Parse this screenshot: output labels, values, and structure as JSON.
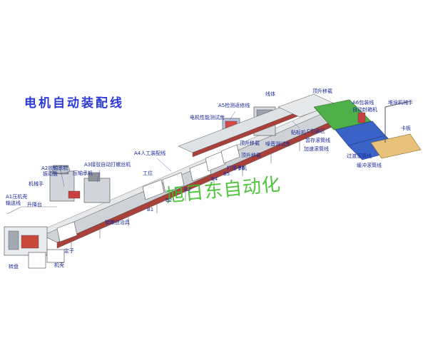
{
  "title": "电机自动装配线",
  "watermark": "旭日东自动化",
  "labels": {
    "a1": "A1压机壳",
    "a2": "A2放轴承机",
    "a3": "A3接驳自动打螺丝机",
    "a4": "A4人工装配线",
    "a5": "A5检测返修线",
    "a6": "A6包装线",
    "shuqianxian": "输送线",
    "jixieshou": "机械手",
    "shengjiangtai": "升降台",
    "zhendongpan": "振动盘",
    "yazhoucheng": "压轴承机",
    "zhuanpan": "转盘",
    "dingzi": "定子",
    "jike": "机壳",
    "suoluosi": "锁螺丝治具",
    "gongwei": "工位",
    "b1": "B1",
    "b2": "B2",
    "b3": "B3",
    "b4": "B4",
    "b5": "B5",
    "b6": "B6",
    "dianjixingneng": "电机性能测试房",
    "zaoyin": "噪音测试房",
    "dingshengyizai": "顶升移载",
    "dingshengyizai2": "顶升移载",
    "dingshengyizai3": "顶升移载",
    "xianti": "线体",
    "tiebiaoji": "贴标机",
    "baozhuangqu": "C包装区",
    "zancun": "暂存滚筒线",
    "jiasu": "加速滚筒线",
    "guodu": "过渡滚筒线",
    "huanchong": "缓冲滚筒线",
    "zidongfengxiang": "自动封箱机",
    "duoduo": "堆垛机械手",
    "kaban": "卡板",
    "dalazi": "打摞子机"
  }
}
